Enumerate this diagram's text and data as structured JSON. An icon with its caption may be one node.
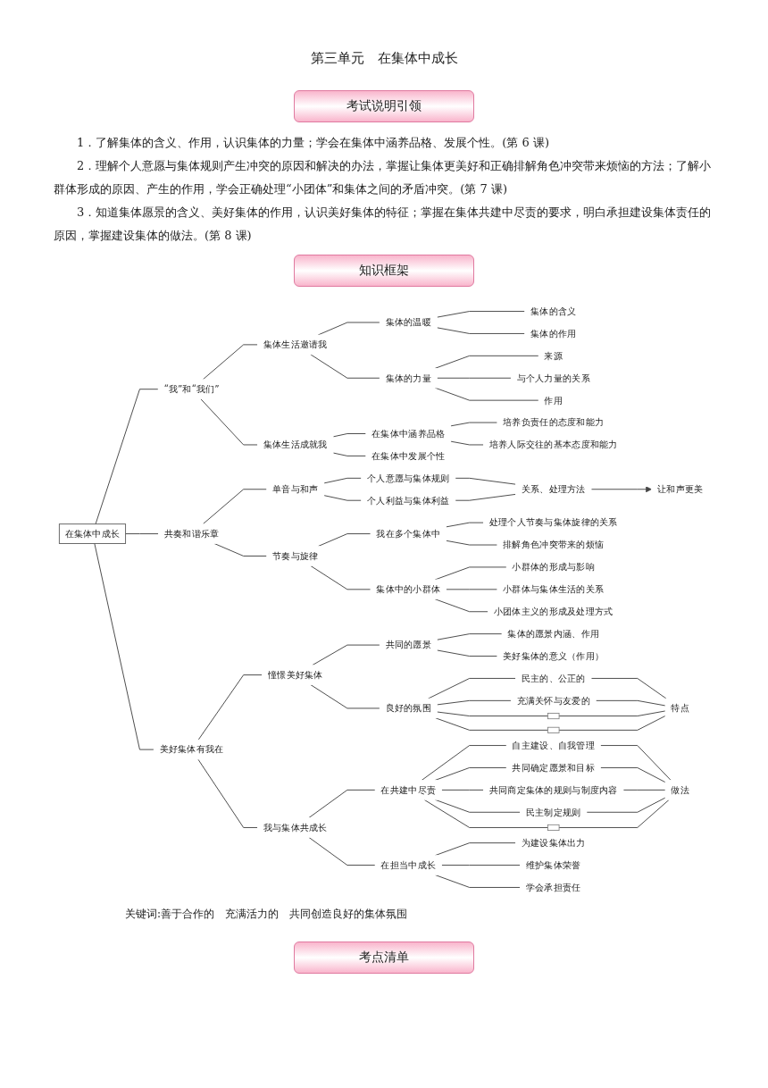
{
  "diagram": {
    "title": "第三单元　在集体中成长",
    "nodes": [
      {
        "text": [
          "在集体中成长"
        ]
      },
      {
        "text": [
          "“我”和“我们”"
        ]
      },
      {
        "text": [
          "集体生活邀请我"
        ]
      },
      {
        "text": [
          "集体的温暖"
        ]
      },
      {
        "text": [
          "集体的含义"
        ]
      },
      {
        "text": [
          "集体的作用"
        ]
      },
      {
        "text": [
          "集体的力量"
        ]
      },
      {
        "text": [
          "来源"
        ]
      },
      {
        "text": [
          "与个人力量的关系"
        ]
      },
      {
        "text": [
          "作用"
        ]
      },
      {
        "text": [
          "集体生活成就我"
        ]
      },
      {
        "text": [
          "在集体中涵养品格"
        ]
      },
      {
        "text": [
          "培养负责任的态度和能力"
        ]
      },
      {
        "text": [
          "培养人际交往的基本态度和能力"
        ]
      },
      {
        "text": [
          "在集体中发展个性"
        ]
      },
      {
        "text": [
          "共奏和谐乐章"
        ]
      },
      {
        "text": [
          "单音与和声"
        ]
      },
      {
        "text": [
          "个人意愿与集体规则"
        ]
      },
      {
        "text": [
          "个人利益与集体利益"
        ]
      },
      {
        "text": [
          "关系、处理方法"
        ]
      },
      {
        "text": [
          "让和声更美"
        ]
      },
      {
        "text": [
          "节奏与旋律"
        ]
      },
      {
        "text": [
          "我在多个集体中"
        ]
      },
      {
        "text": [
          "处理个人节奏与集体旋律的关系"
        ]
      },
      {
        "text": [
          "排解角色冲突带来的烦恼"
        ]
      },
      {
        "text": [
          "集体中的小群体"
        ]
      },
      {
        "text": [
          "小群体的形成与影响"
        ]
      },
      {
        "text": [
          "小群体与集体生活的关系"
        ]
      },
      {
        "text": [
          "小团体主义的形成及处理方式"
        ]
      },
      {
        "text": [
          "美好集体有我在"
        ]
      },
      {
        "text": [
          "憧憬美好集体"
        ]
      },
      {
        "text": [
          "共同的愿景"
        ]
      },
      {
        "text": [
          "集体的愿景内涵、作用"
        ]
      },
      {
        "text": [
          "美好集体的意义（作用）"
        ]
      },
      {
        "text": [
          "良好的氛围"
        ]
      },
      {
        "text": [
          "民主的、公正的"
        ]
      },
      {
        "text": [
          "充满关怀与友爱的"
        ]
      },
      {
        "text": [],
        "shape": "line"
      },
      {
        "text": [],
        "shape": "line"
      },
      {
        "text": [
          "特点"
        ]
      },
      {
        "text": [
          "我与集体共成长"
        ]
      },
      {
        "text": [
          "在共建中尽责"
        ]
      },
      {
        "text": [
          "自主建设、自我管理"
        ]
      },
      {
        "text": [
          "共同确定愿景和目标"
        ]
      },
      {
        "text": [
          "共同商定集体的规则与制度内容"
        ]
      },
      {
        "text": [
          "民主制定规则"
        ]
      },
      {
        "text": [],
        "shape": "line"
      },
      {
        "text": [
          "做法"
        ]
      },
      {
        "text": [
          "在担当中成长"
        ]
      },
      {
        "text": [
          "为建设集体出力"
        ]
      },
      {
        "text": [
          "维护集体荣誉"
        ]
      },
      {
        "text": [
          "学会承担责任"
        ]
      }
    ],
    "edges": [
      {
        "from": 0,
        "to": 1,
        "arrow": "none"
      },
      {
        "from": 1,
        "to": 2,
        "arrow": "none"
      },
      {
        "from": 2,
        "to": 3,
        "arrow": "none"
      },
      {
        "from": 3,
        "to": 4,
        "arrow": "none"
      },
      {
        "from": 3,
        "to": 5,
        "arrow": "none"
      },
      {
        "from": 2,
        "to": 6,
        "arrow": "none"
      },
      {
        "from": 6,
        "to": 7,
        "arrow": "none"
      },
      {
        "from": 6,
        "to": 8,
        "arrow": "none"
      },
      {
        "from": 6,
        "to": 9,
        "arrow": "none"
      },
      {
        "from": 1,
        "to": 10,
        "arrow": "none"
      },
      {
        "from": 10,
        "to": 11,
        "arrow": "none"
      },
      {
        "from": 11,
        "to": 12,
        "arrow": "none"
      },
      {
        "from": 11,
        "to": 13,
        "arrow": "none"
      },
      {
        "from": 10,
        "to": 14,
        "arrow": "none"
      },
      {
        "from": 0,
        "to": 15,
        "arrow": "none"
      },
      {
        "from": 15,
        "to": 16,
        "arrow": "none"
      },
      {
        "from": 16,
        "to": 17,
        "arrow": "none"
      },
      {
        "from": 16,
        "to": 18,
        "arrow": "none"
      },
      {
        "from": 17,
        "to": 19,
        "arrow": "none"
      },
      {
        "from": 18,
        "to": 19,
        "arrow": "none"
      },
      {
        "from": 19,
        "to": 20,
        "arrow": "to"
      },
      {
        "from": 15,
        "to": 21,
        "arrow": "none"
      },
      {
        "from": 21,
        "to": 22,
        "arrow": "none"
      },
      {
        "from": 22,
        "to": 23,
        "arrow": "none"
      },
      {
        "from": 22,
        "to": 24,
        "arrow": "none"
      },
      {
        "from": 21,
        "to": 25,
        "arrow": "none"
      },
      {
        "from": 25,
        "to": 26,
        "arrow": "none"
      },
      {
        "from": 25,
        "to": 27,
        "arrow": "none"
      },
      {
        "from": 25,
        "to": 28,
        "arrow": "none"
      },
      {
        "from": 0,
        "to": 29,
        "arrow": "none"
      },
      {
        "from": 29,
        "to": 30,
        "arrow": "none"
      },
      {
        "from": 30,
        "to": 31,
        "arrow": "none"
      },
      {
        "from": 31,
        "to": 32,
        "arrow": "none"
      },
      {
        "from": 31,
        "to": 33,
        "arrow": "none"
      },
      {
        "from": 30,
        "to": 34,
        "arrow": "none"
      },
      {
        "from": 34,
        "to": 35,
        "arrow": "none"
      },
      {
        "from": 34,
        "to": 36,
        "arrow": "none"
      },
      {
        "from": 34,
        "to": 37,
        "arrow": "none"
      },
      {
        "from": 34,
        "to": 38,
        "arrow": "none"
      },
      {
        "from": 35,
        "to": 39,
        "arrow": "none"
      },
      {
        "from": 36,
        "to": 39,
        "arrow": "none"
      },
      {
        "from": 37,
        "to": 39,
        "arrow": "none"
      },
      {
        "from": 38,
        "to": 39,
        "arrow": "none"
      },
      {
        "from": 29,
        "to": 40,
        "arrow": "none"
      },
      {
        "from": 40,
        "to": 41,
        "arrow": "none"
      },
      {
        "from": 41,
        "to": 42,
        "arrow": "none"
      },
      {
        "from": 41,
        "to": 43,
        "arrow": "none"
      },
      {
        "from": 41,
        "to": 44,
        "arrow": "none"
      },
      {
        "from": 41,
        "to": 45,
        "arrow": "none"
      },
      {
        "from": 41,
        "to": 46,
        "arrow": "none"
      },
      {
        "from": 42,
        "to": 47,
        "arrow": "none"
      },
      {
        "from": 43,
        "to": 47,
        "arrow": "none"
      },
      {
        "from": 44,
        "to": 47,
        "arrow": "none"
      },
      {
        "from": 45,
        "to": 47,
        "arrow": "none"
      },
      {
        "from": 46,
        "to": 47,
        "arrow": "none"
      },
      {
        "from": 40,
        "to": 48,
        "arrow": "none"
      },
      {
        "from": 48,
        "to": 49,
        "arrow": "none"
      },
      {
        "from": 48,
        "to": 50,
        "arrow": "none"
      },
      {
        "from": 48,
        "to": 51,
        "arrow": "none"
      }
    ],
    "labels": [
      "考试说明引领",
      "1．了解集体的含义、作用，认识集体的力量；学会在集体中涵养品格、发展个性。(第 6 课)",
      "2．理解个人意愿与集体规则产生冲突的原因和解决的办法，掌握让集体更美好和正确排解角色冲突带来烦恼的方法；了解小群体形成的原因、产生的作用，学会正确处理“小团体”和集体之间的矛盾冲突。(第 7 课)",
      "3．知道集体愿景的含义、美好集体的作用，认识美好集体的特征；掌握在集体共建中尽责的要求，明白承担建设集体责任的原因，掌握建设集体的做法。(第 8 课)",
      "知识框架",
      "关键词:善于合作的　充满活力的　共同创造良好的集体氛围",
      "考点清单"
    ]
  }
}
